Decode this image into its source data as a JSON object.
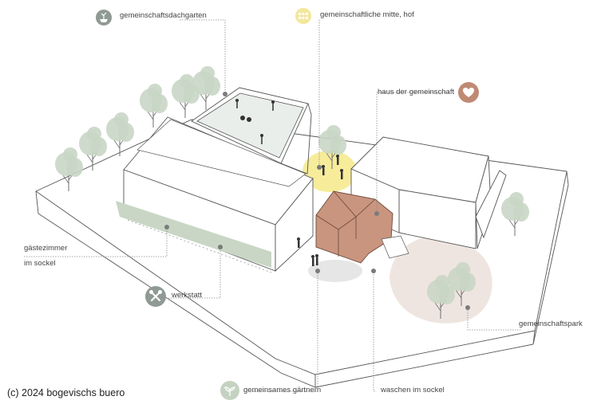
{
  "labels": {
    "dachgarten": "gemeinschaftsdachgarten",
    "mitte": "gemeinschaftliche mitte, hof",
    "haus": "haus der gemeinschaft",
    "gaeste_line1": "gästezimmer",
    "gaeste_line2": "im sockel",
    "werkstatt": "werkstatt",
    "park": "gemeinschaftspark",
    "gaertnern": "gemeinsames gärtnern",
    "waschen": "waschen im sockel"
  },
  "copyright": "(c) 2024 bogevischs buero",
  "colors": {
    "tree": "#c9d6c5",
    "terracotta": "#c9957f",
    "highlight_yellow": "#f6ec9a",
    "icon_grey": "#8f9a94",
    "icon_yellow": "#f3e79a",
    "icon_brown": "#bf8a74",
    "icon_green": "#c5d2c1",
    "park_area": "#efe5e0",
    "leader_line": "#8a8a8a"
  },
  "icons": {
    "dachgarten": "plant-pot-icon",
    "mitte": "seating-grid-icon",
    "haus": "heart-icon",
    "werkstatt": "tools-icon",
    "gaertnern": "sprout-icon"
  }
}
